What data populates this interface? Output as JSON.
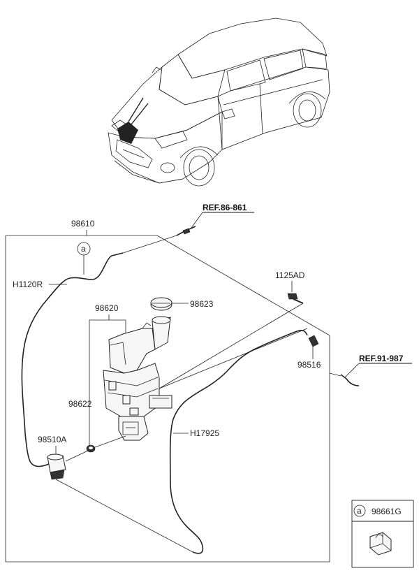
{
  "callouts": {
    "ref_86": "REF.86-861",
    "ref_91": "REF.91-987",
    "p98610": "98610",
    "h1120r": "H1120R",
    "p1125ad": "1125AD",
    "p98620": "98620",
    "p98623": "98623",
    "p98516": "98516",
    "p98622": "98622",
    "h17925": "H17925",
    "p98510a": "98510A",
    "marker_a": "a"
  },
  "inset": {
    "marker": "a",
    "part": "98661G"
  }
}
